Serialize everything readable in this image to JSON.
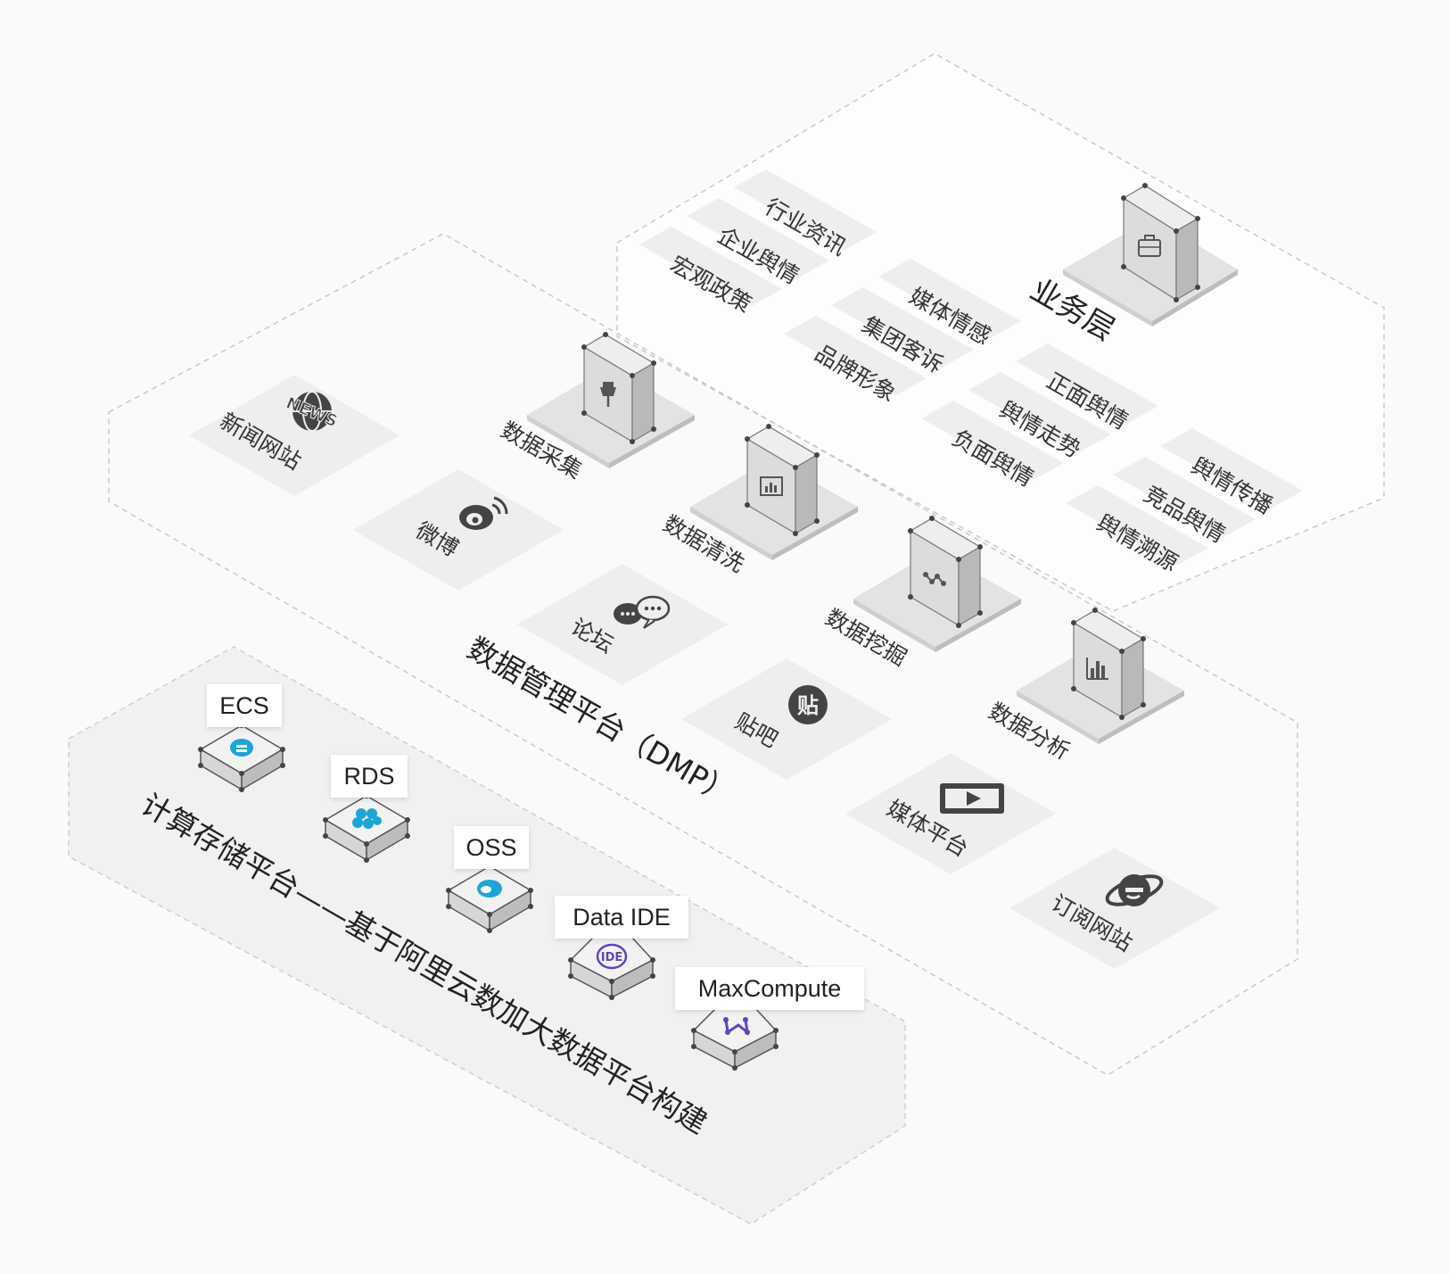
{
  "business_layer": {
    "title": "业务层",
    "items": [
      "行业资讯",
      "企业舆情",
      "宏观政策",
      "媒体情感",
      "集团客诉",
      "品牌形象",
      "正面舆情",
      "舆情走势",
      "负面舆情",
      "舆情传播",
      "竞品舆情",
      "舆情溯源"
    ]
  },
  "dmp_layer": {
    "title": "数据管理平台（DMP）",
    "sources": [
      "新闻网站",
      "微博",
      "论坛",
      "贴吧",
      "媒体平台",
      "订阅网站"
    ],
    "source_icons": [
      "news-globe-icon",
      "weibo-icon",
      "chat-bubbles-icon",
      "tieba-icon",
      "video-player-icon",
      "ie-browser-icon"
    ],
    "news_badge": "NEWS",
    "tieba_badge": "贴",
    "pipeline": [
      "数据采集",
      "数据清洗",
      "数据挖掘",
      "数据分析"
    ],
    "pipeline_icons": [
      "pushpin-icon",
      "bar-chart-icon",
      "network-nodes-icon",
      "column-chart-icon"
    ]
  },
  "compute_layer": {
    "title": "计算存储平台——基于阿里云数加大数据平台构建",
    "services": [
      "ECS",
      "RDS",
      "OSS",
      "Data IDE",
      "MaxCompute"
    ],
    "service_icons": [
      "ecs-cloud-icon",
      "rds-hexagons-icon",
      "oss-cloud-icon",
      "data-ide-icon",
      "maxcompute-icon"
    ]
  },
  "colors": {
    "background": "#fafafa",
    "tile": "#eceef0",
    "server": "#d7d7d7",
    "text": "#333333",
    "label_gray": "#4a4a4a",
    "accent_blue": "#1ba6d8",
    "accent_purple": "#5b44c7"
  }
}
